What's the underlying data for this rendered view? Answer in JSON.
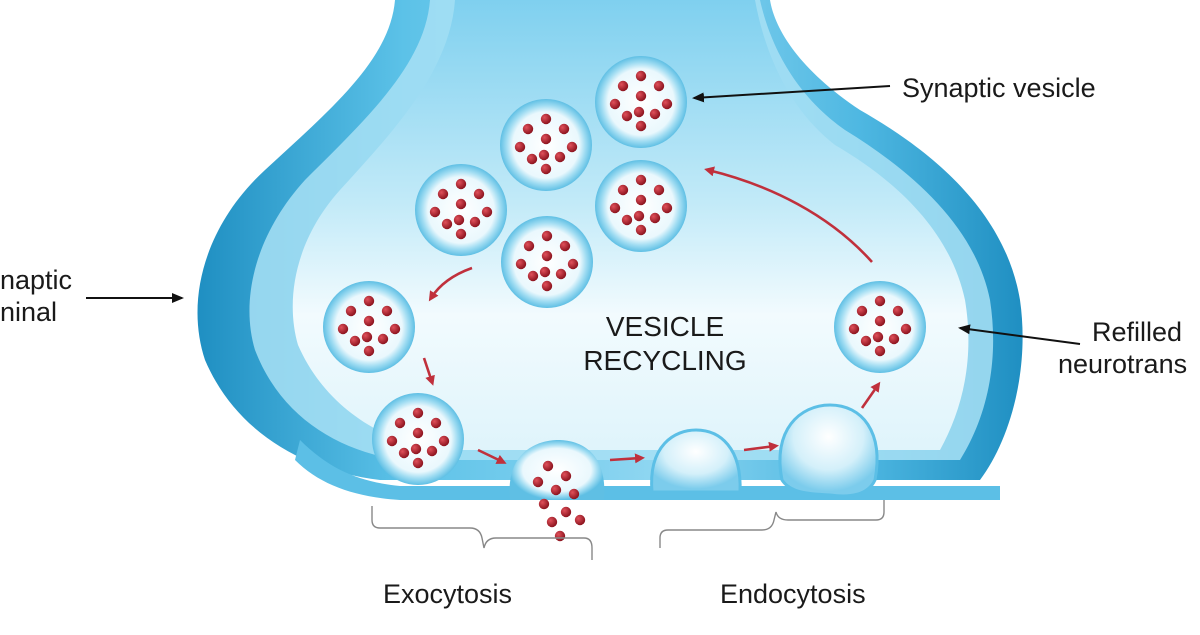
{
  "diagram": {
    "center_title": {
      "line1": "VESICLE",
      "line2": "RECYCLING"
    },
    "labels": {
      "synaptic_vesicle": "Synaptic vesicle",
      "terminal_line1": "naptic",
      "terminal_line2": "ninal",
      "refilled_line1": "Refilled",
      "refilled_line2": "neurotrans",
      "exocytosis": "Exocytosis",
      "endocytosis": "Endocytosis"
    },
    "colors": {
      "membrane_dark": "#2f9fd0",
      "membrane_light": "#bfe7f6",
      "interior": "#e6f6fc",
      "neurotransmitter": "#b01e2a",
      "cycle_arrow": "#c0303c",
      "label_arrow": "#111111"
    }
  }
}
